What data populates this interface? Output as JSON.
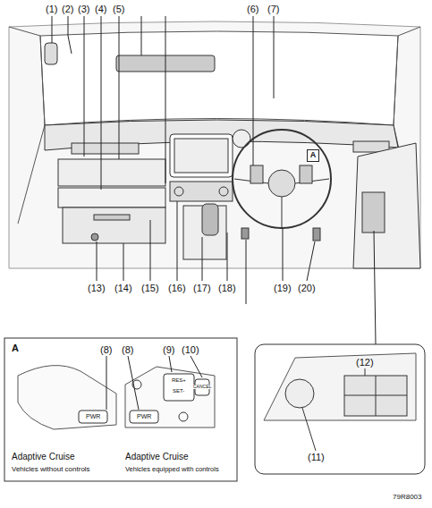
{
  "diagram": {
    "nodes": [
      {
        "text": [
          "A",
          "Adaptive Cruise",
          "Vehicles without controls",
          "Adaptive Cruise",
          "Vehicles equipped with controls"
        ]
      },
      {
        "text": [
          "A"
        ]
      }
    ],
    "labels": [
      "(1)",
      "(2)",
      "(3)",
      "(4)",
      "(5)",
      "(6)",
      "(7)",
      "(13)",
      "(14)",
      "(15)",
      "(16)",
      "(17)",
      "(18)",
      "(19)",
      "(20)",
      "(8)",
      "(8)",
      "(9)",
      "(10)",
      "PWR",
      "PWR",
      "RES+",
      "SET-",
      "CANCEL",
      "(12)",
      "(11)",
      "79R8003"
    ]
  }
}
